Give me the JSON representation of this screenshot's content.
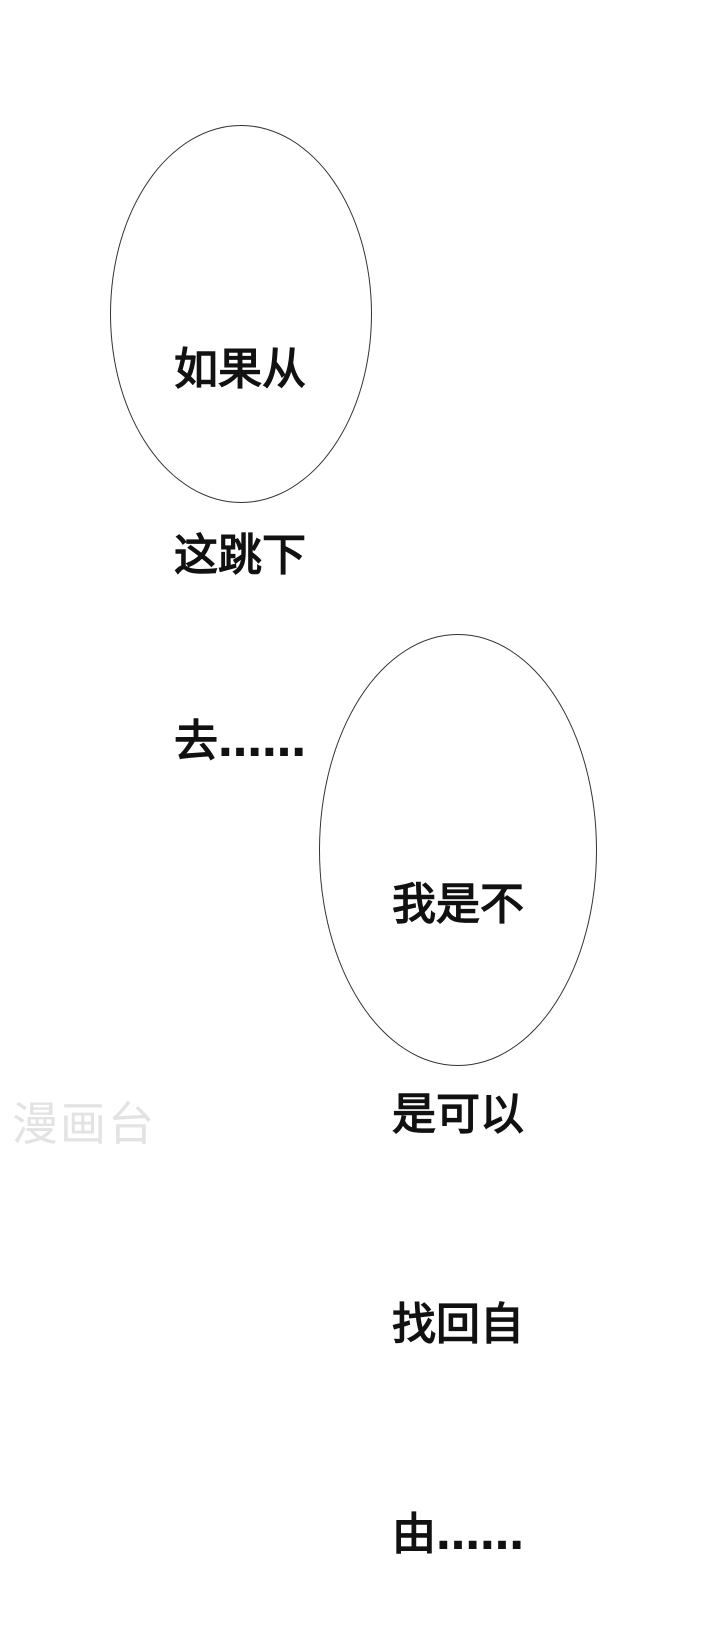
{
  "bubbles": [
    {
      "lines": [
        "如果从",
        "这跳下",
        "去……"
      ]
    },
    {
      "lines": [
        "我是不",
        "是可以",
        "找回自",
        "由……"
      ]
    }
  ],
  "watermark": "漫画台",
  "colors": {
    "background": "#ffffff",
    "text": "#111111",
    "outline": "#333333",
    "watermark": "#e3e3e3"
  }
}
